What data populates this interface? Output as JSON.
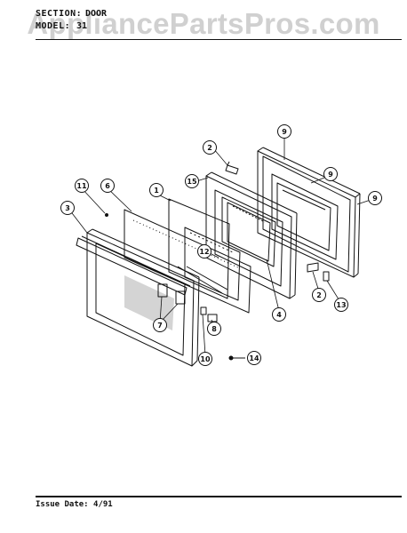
{
  "header": {
    "section_label": "SECTION:",
    "section_value": "DOOR",
    "model_label": "MODEL:",
    "model_value": "31"
  },
  "footer": {
    "issue_label": "Issue Date: 4/91"
  },
  "watermark": "AppliancePartsPros.com",
  "callouts": [
    "1",
    "2",
    "2",
    "3",
    "4",
    "6",
    "7",
    "8",
    "9",
    "9",
    "9",
    "10",
    "11",
    "12",
    "13",
    "14",
    "15"
  ],
  "colors": {
    "line": "#111111",
    "watermark": "#aaaaaa",
    "background": "#ffffff"
  }
}
